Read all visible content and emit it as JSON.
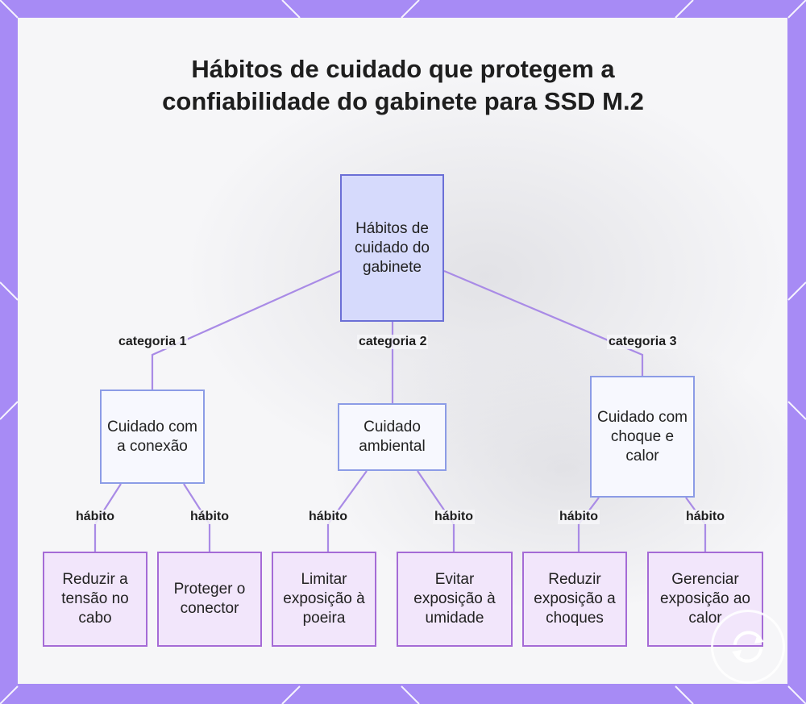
{
  "title": "Hábitos de cuidado que protegem a confiabilidade do gabinete para SSD M.2",
  "colors": {
    "frame": "#a78bf5",
    "root_fill": "#d6dafc",
    "root_border": "#6b6fd6",
    "category_fill": "#f7f8fe",
    "category_border": "#8c9ce6",
    "leaf_fill": "#f2e6fb",
    "leaf_border": "#a56bd6",
    "edge": "#a98be6"
  },
  "root": {
    "label": "Hábitos de cuidado do gabinete"
  },
  "categories": [
    {
      "edge_label": "categoria 1",
      "label": "Cuidado com a conexão",
      "children": [
        {
          "edge_label": "hábito",
          "label": "Reduzir a tensão no cabo"
        },
        {
          "edge_label": "hábito",
          "label": "Proteger o conector"
        }
      ]
    },
    {
      "edge_label": "categoria 2",
      "label": "Cuidado ambiental",
      "children": [
        {
          "edge_label": "hábito",
          "label": "Limitar exposição à poeira"
        },
        {
          "edge_label": "hábito",
          "label": "Evitar exposição à umidade"
        }
      ]
    },
    {
      "edge_label": "categoria 3",
      "label": "Cuidado com choque e calor",
      "children": [
        {
          "edge_label": "hábito",
          "label": "Reduzir exposição a choques"
        },
        {
          "edge_label": "hábito",
          "label": "Gerenciar exposição ao calor"
        }
      ]
    }
  ]
}
